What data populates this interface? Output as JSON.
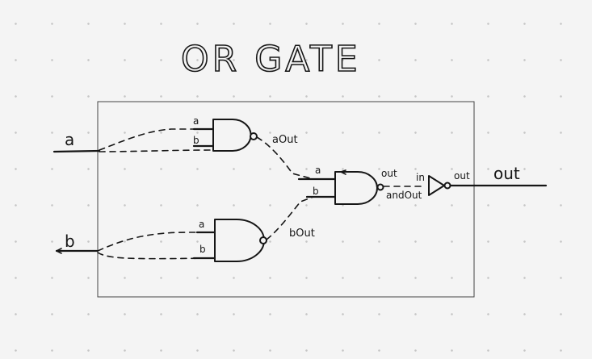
{
  "title": "OR GATE",
  "inputs": {
    "a": "a",
    "b": "b"
  },
  "output": "out",
  "gate_and_1": {
    "pin_a": "a",
    "pin_b": "b",
    "output": "aOut"
  },
  "gate_and_2": {
    "pin_a": "a",
    "pin_b": "b",
    "output": "bOut"
  },
  "gate_and_3": {
    "pin_a": "a",
    "pin_b": "b",
    "output_pin": "out",
    "output_wire": "andOut"
  },
  "not_gate": {
    "pin_in": "in",
    "pin_out": "out"
  }
}
